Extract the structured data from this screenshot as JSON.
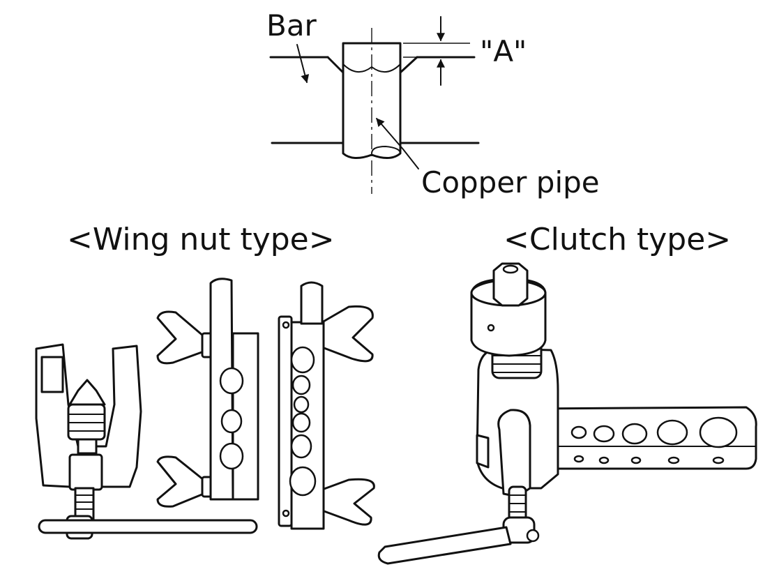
{
  "pipe_diagram": {
    "bar_label": "Bar",
    "dimension_label": "\"A\"",
    "copper_pipe_label": "Copper pipe"
  },
  "tools": {
    "wing_nut_title": "<Wing nut type>",
    "clutch_title": "<Clutch type>"
  }
}
